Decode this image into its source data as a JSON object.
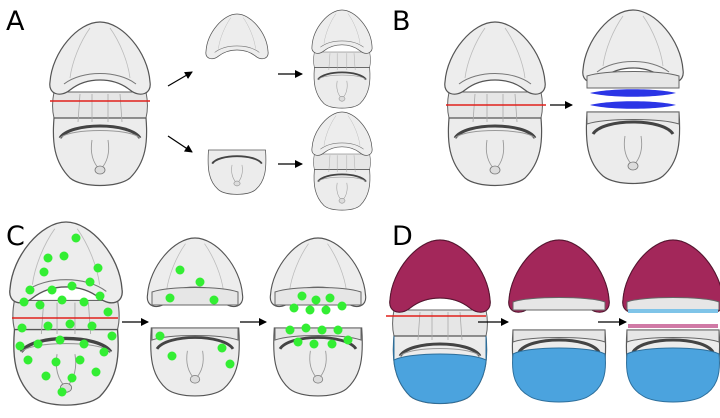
{
  "panels": [
    {
      "id": "A",
      "label": "A"
    },
    {
      "id": "B",
      "label": "B"
    },
    {
      "id": "C",
      "label": "C"
    },
    {
      "id": "D",
      "label": "D"
    }
  ],
  "colors": {
    "body_fill": "#eeeeee",
    "outline": "#555555",
    "cut_line": "#e0201c",
    "wound_blue": "#2b35e6",
    "cell_green": "#33ee33",
    "head_magenta": "#a3275a",
    "foot_blue": "#4ba3de",
    "arrow": "#000000"
  }
}
